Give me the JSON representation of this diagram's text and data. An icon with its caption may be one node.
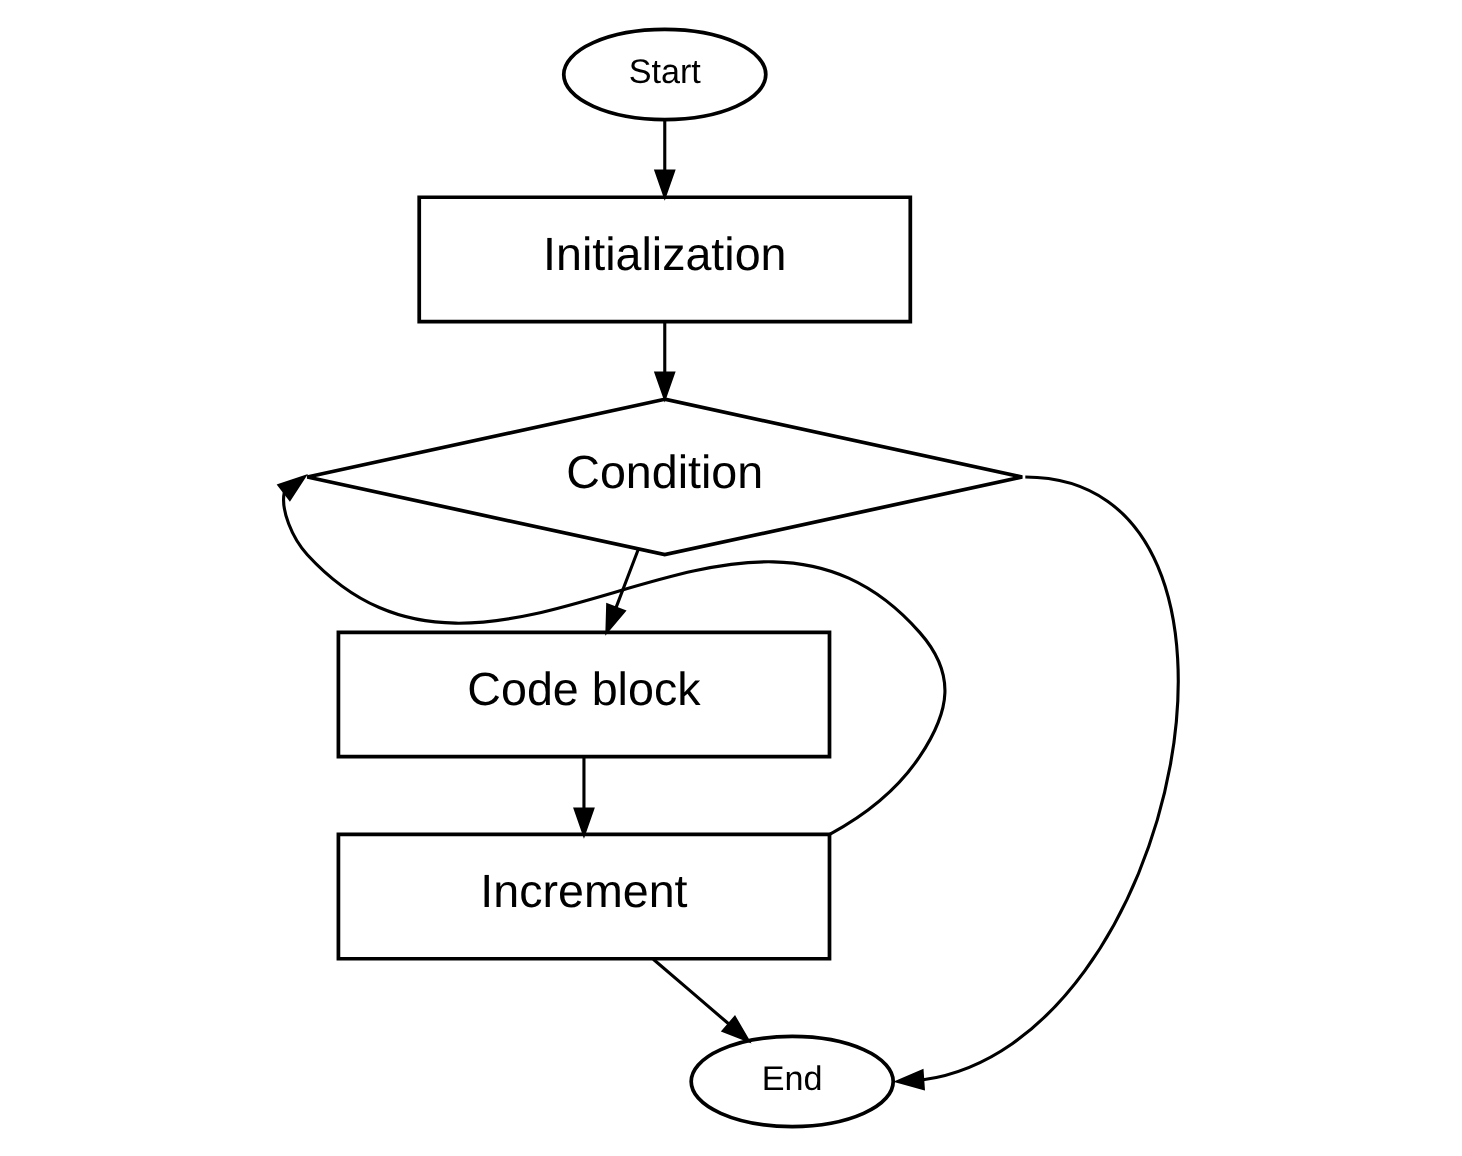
{
  "diagram": {
    "nodes": [
      {
        "text": [
          "Start"
        ]
      },
      {
        "text": [
          "Initialization"
        ]
      },
      {
        "text": [
          "Condition"
        ]
      },
      {
        "text": [
          "Code block"
        ]
      },
      {
        "text": [
          "Increment"
        ]
      },
      {
        "text": [
          "End"
        ]
      }
    ],
    "edges": [
      {
        "from": 0,
        "to": 1,
        "arrow": "to"
      },
      {
        "from": 1,
        "to": 2,
        "arrow": "to"
      },
      {
        "from": 2,
        "to": 3,
        "arrow": "to"
      },
      {
        "from": 3,
        "to": 4,
        "arrow": "to"
      },
      {
        "from": 4,
        "to": 2,
        "arrow": "to"
      },
      {
        "from": 4,
        "to": 5,
        "arrow": "to"
      },
      {
        "from": 2,
        "to": 5,
        "arrow": "to"
      }
    ]
  }
}
